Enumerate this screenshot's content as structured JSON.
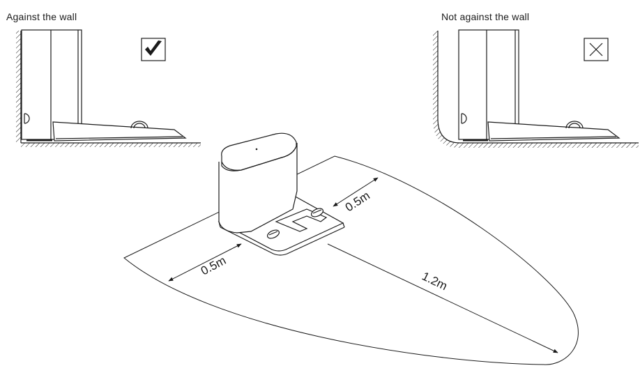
{
  "captions": {
    "against_wall": "Against the wall",
    "not_against_wall": "Not against the wall"
  },
  "status": {
    "correct_mark": "check-mark-icon",
    "incorrect_mark": "x-mark-icon"
  },
  "clearances": {
    "front": "1.2m",
    "side_right": "0.5m",
    "side_left": "0.5m"
  },
  "colors": {
    "line": "#1a1a1a",
    "fill": "#ffffff"
  }
}
